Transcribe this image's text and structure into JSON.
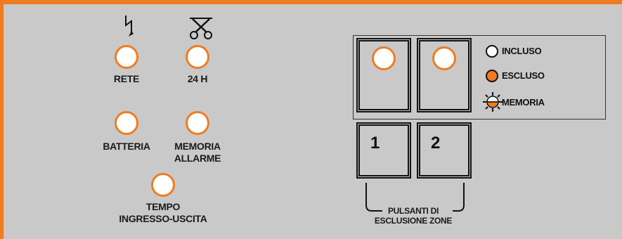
{
  "indicators": {
    "rete": {
      "label": "RETE",
      "icon": "lightning-bolt-icon"
    },
    "h24": {
      "label": "24 H",
      "icon": "scissors-icon"
    },
    "batteria": {
      "label": "BATTERIA"
    },
    "memoria_allarme": {
      "line1": "MEMORIA",
      "line2": "ALLARME"
    },
    "tempo": {
      "line1": "TEMPO",
      "line2": "INGRESSO-USCITA"
    }
  },
  "legend": {
    "incluso": "INCLUSO",
    "escluso": "ESCLUSO",
    "memoria": "MEMORIA"
  },
  "buttons": {
    "zone1": "1",
    "zone2": "2",
    "caption_line1": "PULSANTI DI",
    "caption_line2": "ESCLUSIONE ZONE"
  },
  "colors": {
    "accent": "#f07c22",
    "panel": "#c9c9c9",
    "led_off": "#ffffff"
  }
}
